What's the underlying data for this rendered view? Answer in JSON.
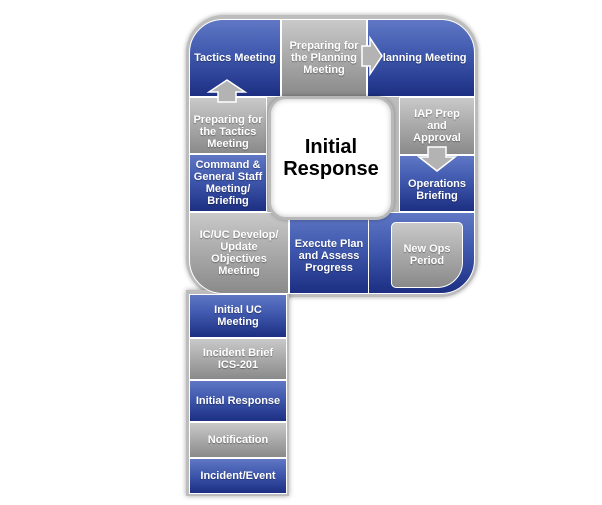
{
  "center_label": "Initial Response",
  "cycle_steps": [
    "Tactics Meeting",
    "Preparing for the Planning Meeting",
    "Planning Meeting",
    "IAP Prep and Approval",
    "Operations Briefing",
    "New Ops Period",
    "Execute Plan and Assess Progress",
    "IC/UC Develop/ Update Objectives Meeting",
    "Command & General Staff Meeting/ Briefing",
    "Preparing for the Tactics Meeting"
  ],
  "stem_steps": [
    "Initial UC Meeting",
    "Incident Brief ICS-201",
    "Initial Response",
    "Notification",
    "Incident/Event"
  ],
  "colors": {
    "blue": "#2c4196",
    "gray": "#a6a6a6",
    "frame": "#bdbdbd"
  }
}
